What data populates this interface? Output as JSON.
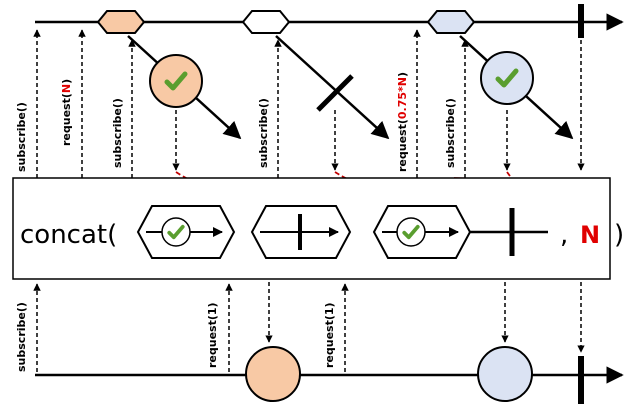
{
  "operator": {
    "open": "concat(",
    "comma": ",",
    "arg": "N",
    "close": ")"
  },
  "labels": {
    "top_subscribe_1": "subscribe()",
    "top_request_n_prefix": "request(",
    "top_request_n_arg": "N",
    "top_request_n_suffix": ")",
    "top_subscribe_2": "subscribe()",
    "top_subscribe_3": "subscribe()",
    "top_request_frac_prefix": "request(",
    "top_request_frac_arg": "0.75*N",
    "top_request_frac_suffix": ")",
    "top_subscribe_4": "subscribe()",
    "bottom_subscribe": "subscribe()",
    "bottom_request_1a": "request(1)",
    "bottom_request_1b": "request(1)"
  },
  "colors": {
    "orange": "#f8c9a5",
    "blue": "#dbe3f3",
    "white": "#ffffff",
    "red_dash": "#c00000",
    "check_green": "#6aaa3a"
  },
  "icons": {
    "check": "check-icon",
    "cross": "cross-icon",
    "terminal": "complete-bar-icon"
  }
}
